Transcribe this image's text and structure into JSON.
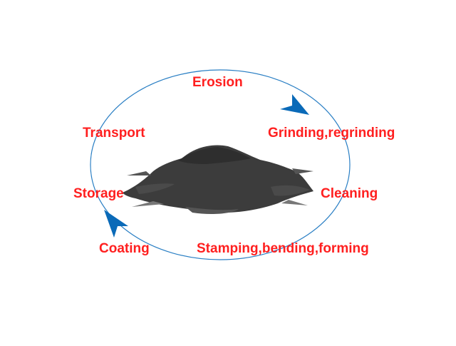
{
  "diagram": {
    "type": "cycle",
    "colors": {
      "text": "#ff1f1f",
      "cycle_line": "#2a7fc4",
      "arrowhead": "#0a6ab8",
      "powder": "#3c3c3c",
      "background": "#ffffff"
    },
    "center_image": "black-powder-pile",
    "stages": [
      {
        "id": "erosion",
        "label": "Erosion"
      },
      {
        "id": "grinding",
        "label": "Grinding,regrinding"
      },
      {
        "id": "cleaning",
        "label": "Cleaning"
      },
      {
        "id": "stamping",
        "label": "Stamping,bending,forming"
      },
      {
        "id": "coating",
        "label": "Coating"
      },
      {
        "id": "storage",
        "label": "Storage"
      },
      {
        "id": "transport",
        "label": "Transport"
      }
    ],
    "direction": "clockwise"
  }
}
